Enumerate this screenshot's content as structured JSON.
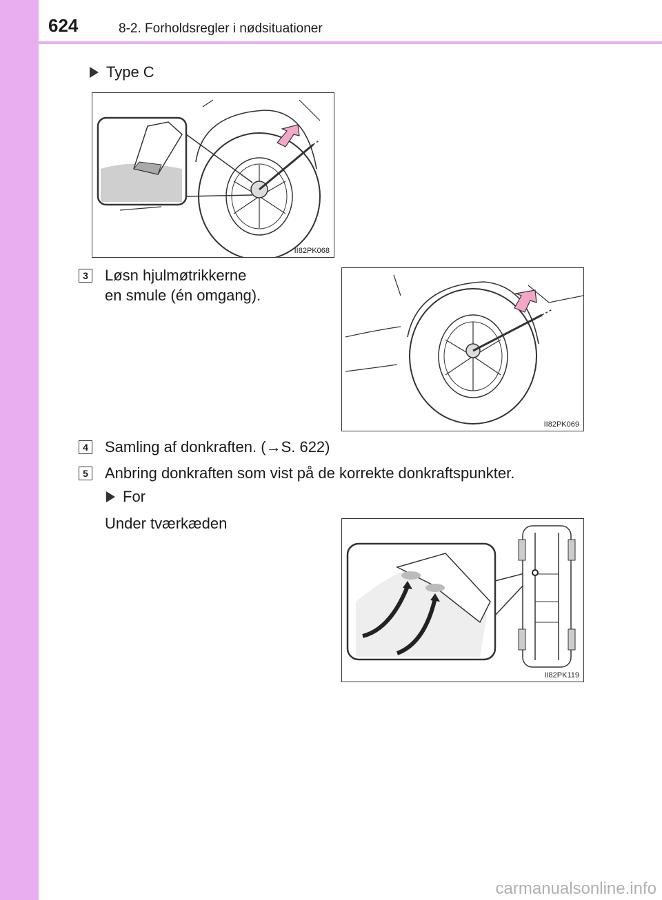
{
  "header": {
    "page_number": "624",
    "section_title": "8-2. Forholdsregler i nødsituationer"
  },
  "bullets": {
    "type_c": "Type C",
    "for": "For"
  },
  "steps": [
    {
      "number": "3",
      "text_line1": "Løsn hjulmøtrikkerne",
      "text_line2": "en smule (én omgang)."
    },
    {
      "number": "4",
      "text": "Samling af donkraften. (→S. 622)"
    },
    {
      "number": "5",
      "text": "Anbring donkraften som vist på de korrekte donkraftspunkter."
    }
  ],
  "under_text": "Under tværkæden",
  "figures": {
    "fig1_code": "II82PK068",
    "fig2_code": "II82PK069",
    "fig3_code": "II82PK119"
  },
  "watermark": "carmanualsonline.info",
  "colors": {
    "sidebar": "#e9aef0",
    "arrow_pink": "#f2a6c8"
  }
}
